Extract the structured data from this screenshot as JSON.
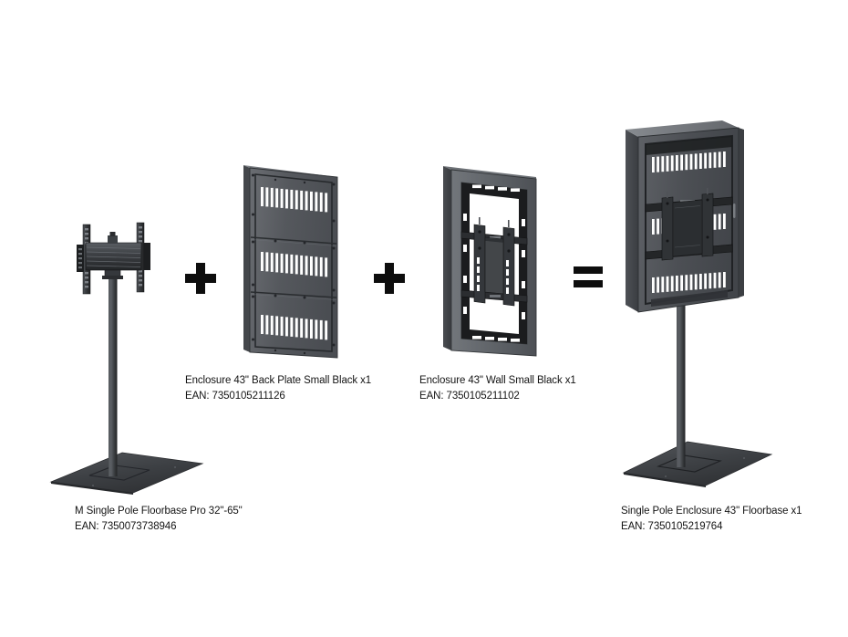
{
  "page": {
    "background_color": "#ffffff",
    "type": "product-assembly-diagram"
  },
  "operators": [
    {
      "symbol": "+",
      "name": "plus-operator-1"
    },
    {
      "symbol": "+",
      "name": "plus-operator-2"
    },
    {
      "symbol": "=",
      "name": "equals-operator"
    }
  ],
  "products": [
    {
      "id": "floorbase",
      "name": "M Single Pole Floorbase Pro 32\"-65\"",
      "ean_label": "EAN: 7350073738946",
      "ean": "7350073738946",
      "role": "addend"
    },
    {
      "id": "back-plate",
      "name": "Enclosure 43\" Back Plate Small Black x1",
      "ean_label": "EAN: 7350105211126",
      "ean": "7350105211126",
      "role": "addend"
    },
    {
      "id": "wall-frame",
      "name": "Enclosure 43\" Wall Small Black x1",
      "ean_label": "EAN: 7350105211102",
      "ean": "7350105211102",
      "role": "addend"
    },
    {
      "id": "assembly",
      "name": "Single Pole Enclosure 43\" Floorbase x1",
      "ean_label": "EAN: 7350105219764",
      "ean": "7350105219764",
      "role": "result"
    }
  ],
  "colors": {
    "text": "#141414",
    "operator": "#0d0d0d",
    "metal_dark": "#2e3033",
    "metal_mid": "#4a4d52",
    "metal_light": "#6b6f75",
    "panel_face": "#55585d",
    "panel_side": "#3a3d41",
    "slot": "#ffffff",
    "black_part": "#1a1b1d"
  }
}
